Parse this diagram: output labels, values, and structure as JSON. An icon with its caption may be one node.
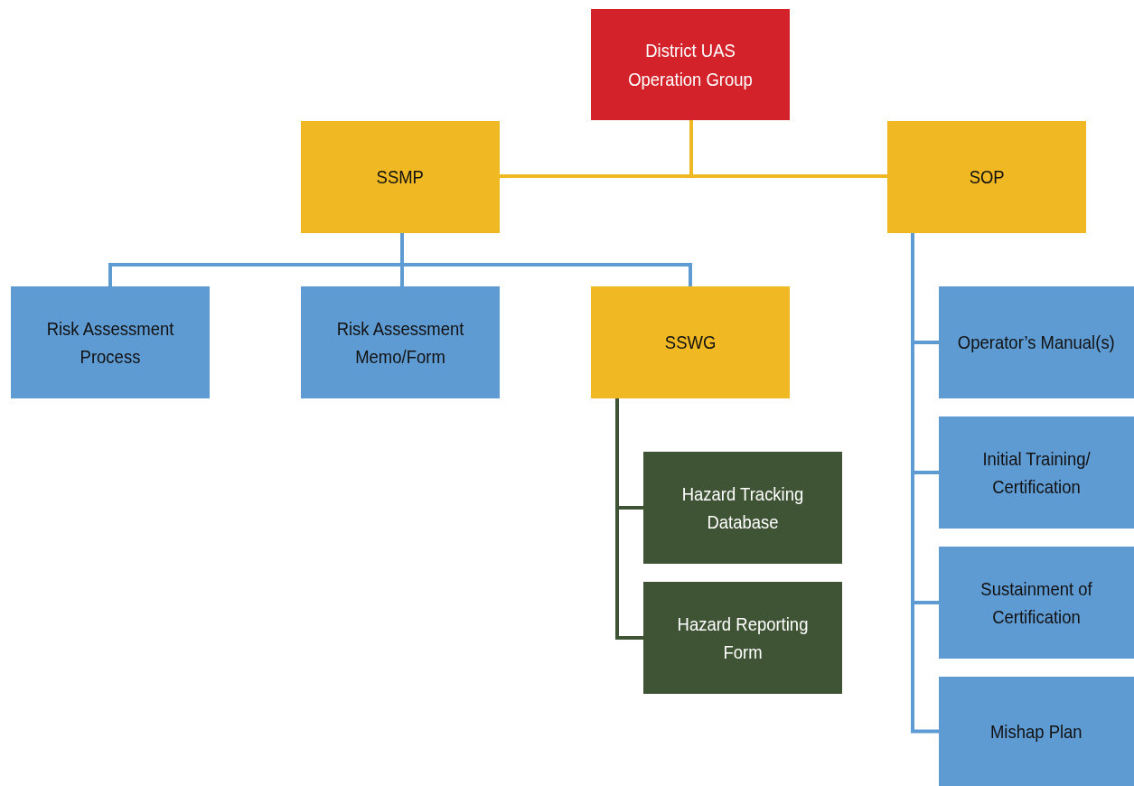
{
  "diagram": {
    "nodes": [
      {
        "text": [
          "District UAS Operation Group"
        ]
      },
      {
        "text": [
          "SSMP"
        ]
      },
      {
        "text": [
          "SOP"
        ]
      },
      {
        "text": [
          "Risk Assessment Process"
        ]
      },
      {
        "text": [
          "Risk Assessment Memo/Form"
        ]
      },
      {
        "text": [
          "SSWG"
        ]
      },
      {
        "text": [
          "Hazard Tracking Database"
        ]
      },
      {
        "text": [
          "Hazard Reporting Form"
        ]
      },
      {
        "text": [
          "Operator’s Manual(s)"
        ]
      },
      {
        "text": [
          "Initial Training/ Certification"
        ]
      },
      {
        "text": [
          "Sustainment of Certification"
        ]
      },
      {
        "text": [
          "Mishap Plan"
        ]
      }
    ],
    "edges": [
      {
        "from": 0,
        "to": 1,
        "arrow": "none",
        "color": "#f0b823"
      },
      {
        "from": 0,
        "to": 2,
        "arrow": "none",
        "color": "#f0b823"
      },
      {
        "from": 1,
        "to": 3,
        "arrow": "none"
      },
      {
        "from": 1,
        "to": 4,
        "arrow": "none"
      },
      {
        "from": 1,
        "to": 5,
        "arrow": "none"
      },
      {
        "from": 5,
        "to": 6,
        "arrow": "none",
        "color": "#3f5434"
      },
      {
        "from": 5,
        "to": 7,
        "arrow": "none",
        "color": "#3f5434"
      },
      {
        "from": 2,
        "to": 8,
        "arrow": "none"
      },
      {
        "from": 2,
        "to": 9,
        "arrow": "none"
      },
      {
        "from": 2,
        "to": 10,
        "arrow": "none"
      },
      {
        "from": 2,
        "to": 11,
        "arrow": "none"
      }
    ]
  }
}
